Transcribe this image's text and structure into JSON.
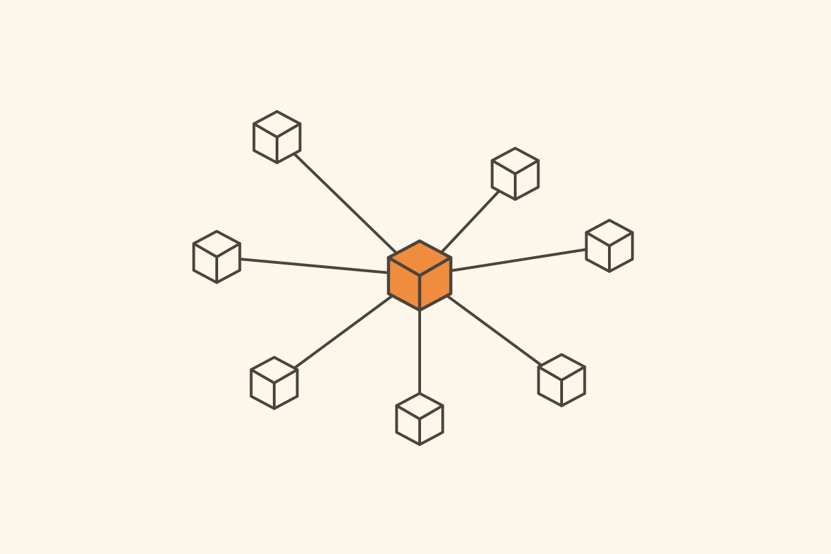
{
  "diagram": {
    "type": "hub-and-spoke network",
    "background_color": "#fdf6ea",
    "stroke_color": "#4a443d",
    "hub": {
      "icon": "cube-icon",
      "fill_color": "#f08c3e",
      "filled": true
    },
    "nodes": [
      {
        "id": "top-left",
        "icon": "cube-icon",
        "filled": false
      },
      {
        "id": "top-right",
        "icon": "cube-icon",
        "filled": false
      },
      {
        "id": "right",
        "icon": "cube-icon",
        "filled": false
      },
      {
        "id": "bottom-right",
        "icon": "cube-icon",
        "filled": false
      },
      {
        "id": "bottom",
        "icon": "cube-icon",
        "filled": false
      },
      {
        "id": "bottom-left",
        "icon": "cube-icon",
        "filled": false
      },
      {
        "id": "left",
        "icon": "cube-icon",
        "filled": false
      }
    ]
  }
}
